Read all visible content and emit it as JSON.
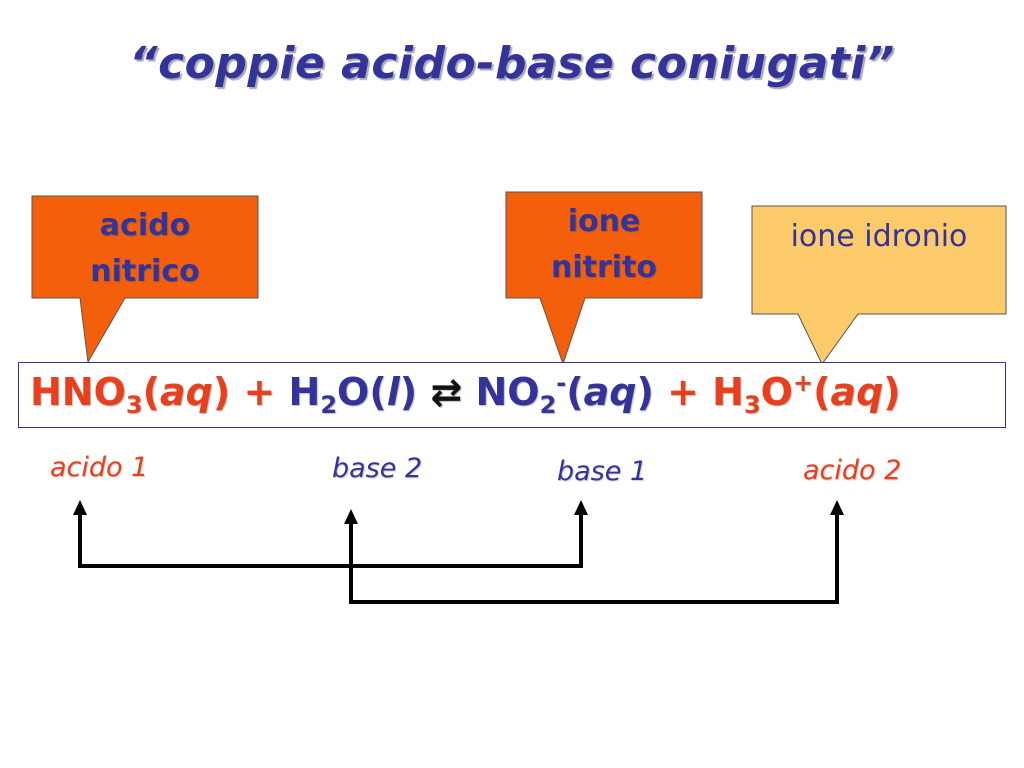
{
  "title": "“coppie acido-base coniugati”",
  "callouts": {
    "acido_nitrico": {
      "line1": "acido",
      "line2": "nitrico",
      "color": "#f45f0c"
    },
    "ione_nitrito": {
      "line1": "ione",
      "line2": "nitrito",
      "color": "#f45f0c"
    },
    "ione_idronio": {
      "text": "ione idronio",
      "color": "#fecb6a"
    }
  },
  "equation": {
    "hno3_main": "HNO",
    "hno3_sub": "3",
    "hno3_state_open": "(",
    "hno3_state": "aq",
    "hno3_state_close": ")",
    "plus1": "+",
    "h2o_h": "H",
    "h2o_sub": "2",
    "h2o_o": "O",
    "h2o_state_open": "(",
    "h2o_state": "l",
    "h2o_state_close": ")",
    "equilibrium": "⇄",
    "no2_main": "NO",
    "no2_sub": "2",
    "no2_sup": "-",
    "no2_state_open": "(",
    "no2_state": "aq",
    "no2_state_close": ")",
    "plus2": "+",
    "h3o_h": "H",
    "h3o_sub": "3",
    "h3o_o": "O",
    "h3o_sup": "+",
    "h3o_state_open": "(",
    "h3o_state": "aq",
    "h3o_state_close": ")"
  },
  "labels": {
    "acido1": "acido 1",
    "base2": "base 2",
    "base1": "base 1",
    "acido2": "acido 2"
  }
}
